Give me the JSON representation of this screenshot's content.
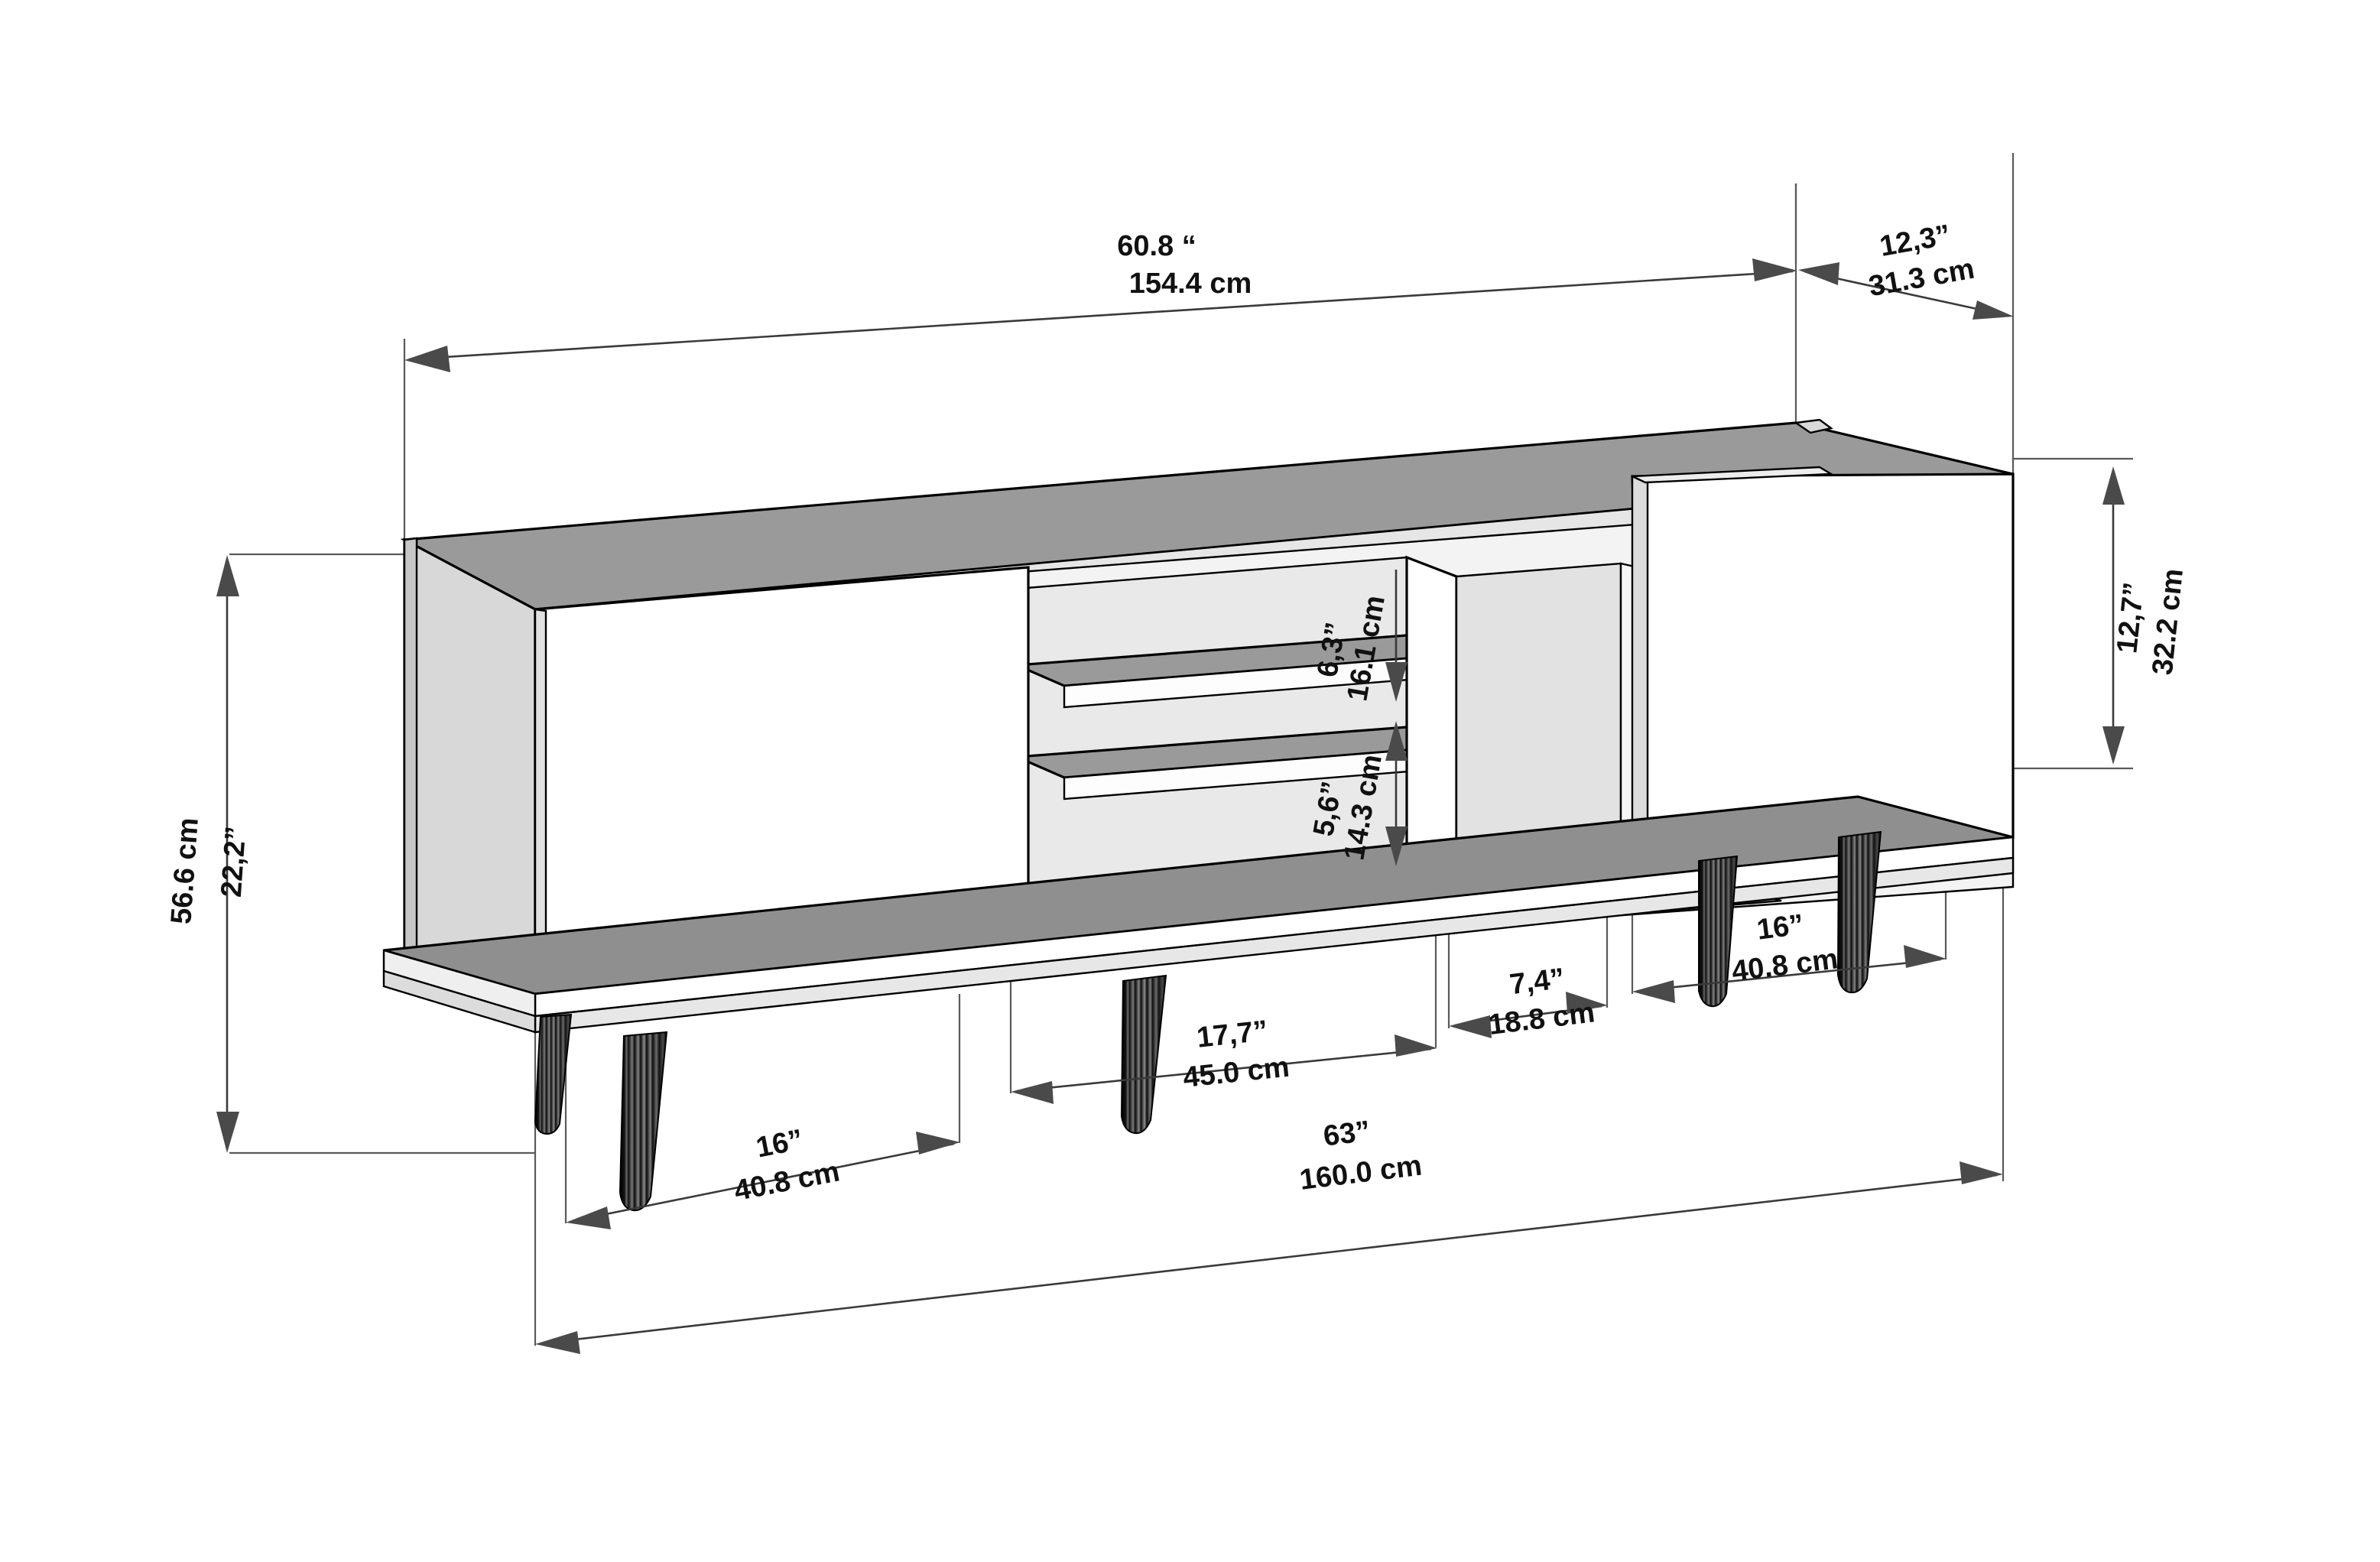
{
  "drawing": {
    "title": "TV Stand Dimension Drawing",
    "type": "technical-dimension-drawing",
    "background_color": "#ffffff"
  },
  "palette": {
    "outline": "#000000",
    "top_surface": "#9a9a9a",
    "side_panel": "#d8d8d8",
    "door_face": "#ffffff",
    "interior_back": "#cfcfcf",
    "shelf_surface": "#9a9a9a",
    "plinth_top": "#8f8f8f",
    "plinth_edge": "#e3e3e3",
    "leg": "#0d0d0d",
    "dimension_line": "#3a3a3a",
    "dimension_text": "#111111"
  },
  "dimensions": {
    "top_width": {
      "name": "top-width",
      "inch": "60.8 “",
      "metric": "154.4 cm"
    },
    "top_depth": {
      "name": "top-depth",
      "inch": "12,3”",
      "metric": "31.3 cm"
    },
    "right_height": {
      "name": "door-height-right",
      "inch": "12,7”",
      "metric": "32.2 cm"
    },
    "overall_height": {
      "name": "overall-height",
      "inch": "22,2”",
      "metric": "56.6 cm"
    },
    "upper_shelf_gap": {
      "name": "upper-shelf-opening-height",
      "inch": "6,3”",
      "metric": "16.1 cm"
    },
    "lower_shelf_gap": {
      "name": "lower-shelf-opening-height",
      "inch": "5,6”",
      "metric": "14.3 cm"
    },
    "center_bay_width": {
      "name": "center-bay-width",
      "inch": "17,7”",
      "metric": "45.0 cm"
    },
    "left_bay_width": {
      "name": "left-bay-width",
      "inch": "16”",
      "metric": "40.8 cm"
    },
    "narrow_bay_width": {
      "name": "narrow-bay-width",
      "inch": "7,4”",
      "metric": "18.8 cm"
    },
    "right_bay_width": {
      "name": "right-bay-width",
      "inch": "16”",
      "metric": "40.8 cm"
    },
    "overall_width": {
      "name": "overall-width",
      "inch": "63”",
      "metric": "160.0 cm"
    }
  },
  "parts": {
    "top_panel": "top-panel",
    "left_side_panel": "left-side-panel",
    "left_door": "left-door-panel",
    "right_door": "right-door-panel",
    "center_divider": "center-divider",
    "upper_shelf": "upper-shelf",
    "lower_shelf": "lower-shelf",
    "base_plinth": "base-plinth",
    "legs": [
      "leg-front-left",
      "leg-rear-left",
      "leg-front-center",
      "leg-front-right",
      "leg-rear-right"
    ]
  }
}
